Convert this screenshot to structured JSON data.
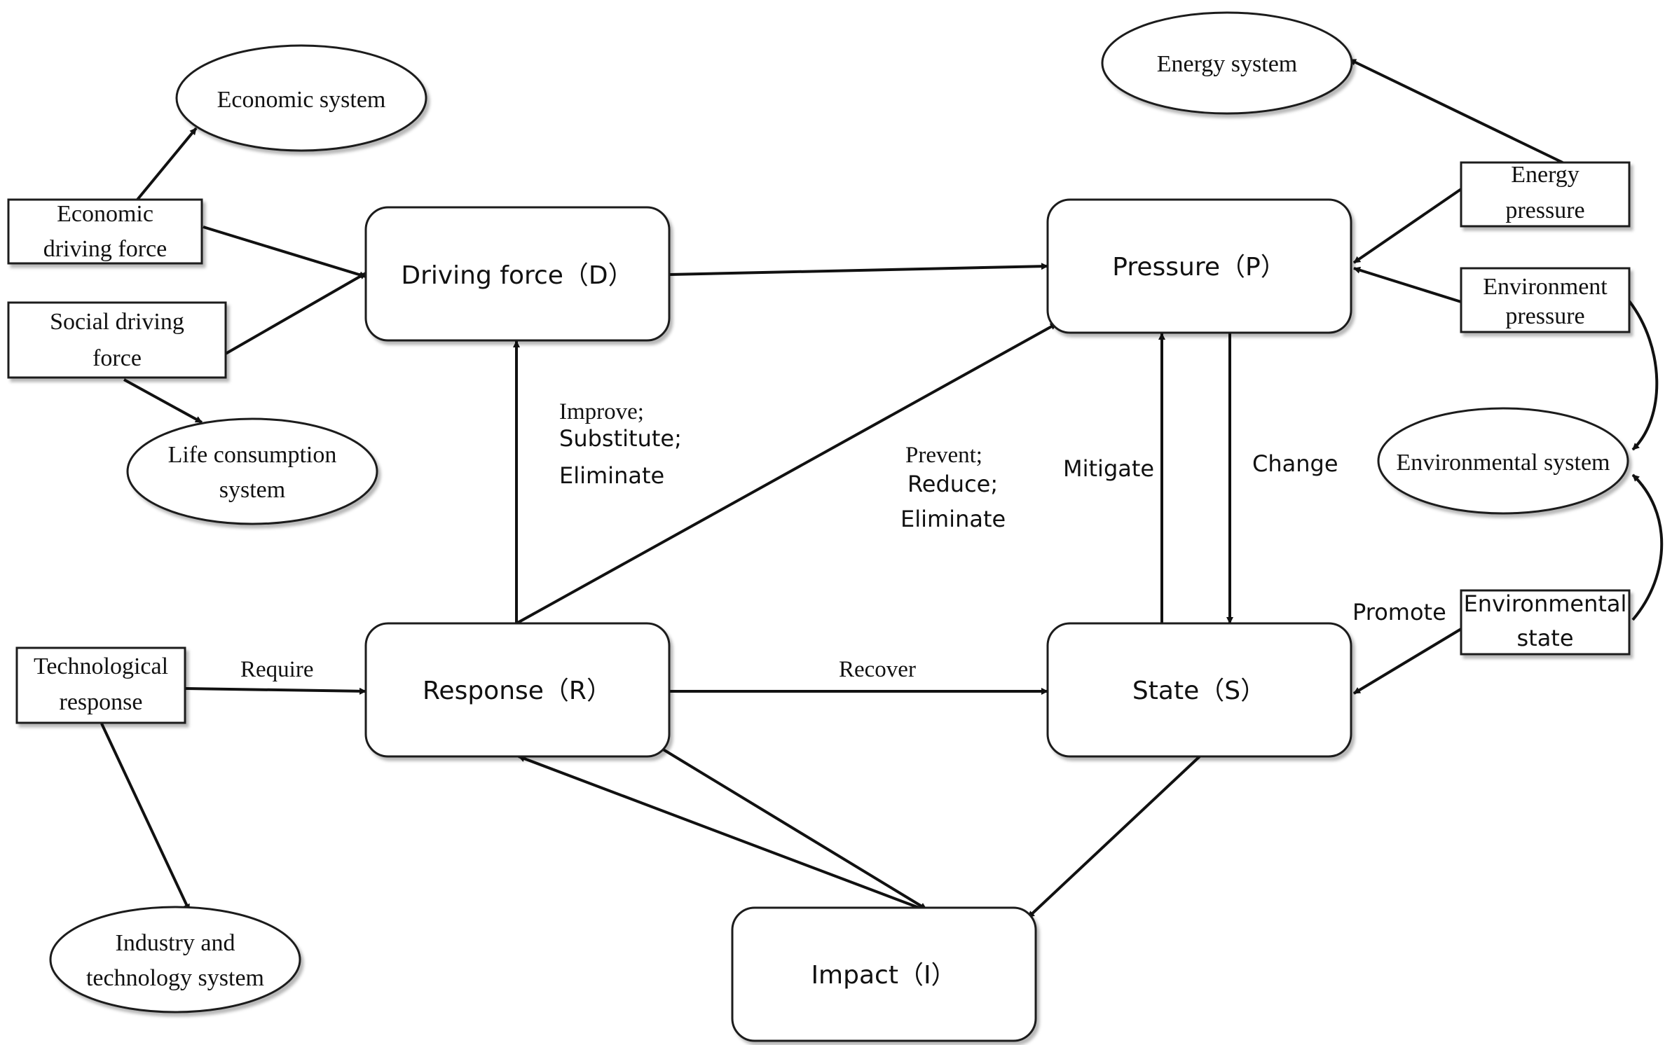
{
  "nodes": {
    "driving_force": "Driving force（D）",
    "pressure": "Pressure（P）",
    "state": "State（S）",
    "impact": "Impact（I）",
    "response": "Response（R）",
    "economic_system": "Economic system",
    "energy_system": "Energy system",
    "life_consumption_system": [
      "Life consumption",
      "system"
    ],
    "environmental_system": "Environmental system",
    "industry_technology_system": [
      "Industry and",
      "technology system"
    ],
    "economic_driving_force": [
      "Economic",
      "driving force"
    ],
    "social_driving_force": [
      "Social driving",
      "force"
    ],
    "energy_pressure": [
      "Energy",
      "pressure"
    ],
    "environment_pressure": [
      "Environment",
      "pressure"
    ],
    "environmental_state": [
      "Environmental",
      "state"
    ],
    "technological_response": [
      "Technological",
      "response"
    ]
  },
  "edge_labels": {
    "improve": [
      "Improve;",
      "Substitute;",
      "Eliminate"
    ],
    "prevent": [
      "Prevent;",
      "Reduce;",
      "Eliminate"
    ],
    "mitigate": "Mitigate",
    "change": "Change",
    "promote": "Promote",
    "require": "Require",
    "recover": "Recover"
  }
}
